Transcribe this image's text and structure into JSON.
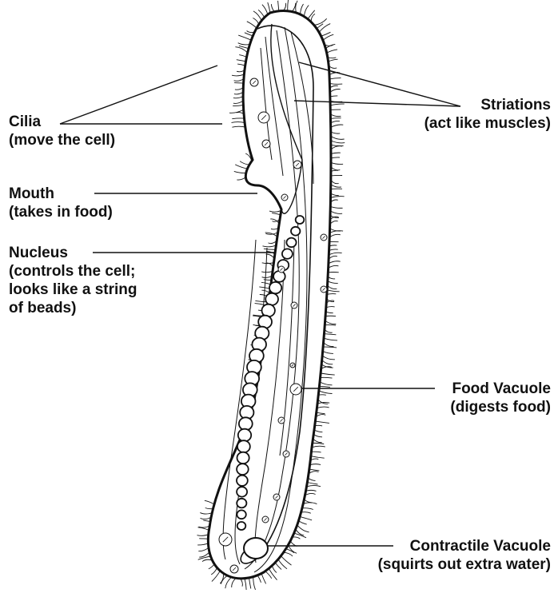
{
  "labels": {
    "cilia": {
      "title": "Cilia",
      "desc": "(move the cell)"
    },
    "mouth": {
      "title": "Mouth",
      "desc": "(takes in food)"
    },
    "nucleus": {
      "title": "Nucleus",
      "desc_1": "(controls the cell;",
      "desc_2": "looks like a string",
      "desc_3": "of beads)"
    },
    "striations": {
      "title": "Striations",
      "desc": "(act like muscles)"
    },
    "food_vacuole": {
      "title": "Food Vacuole",
      "desc": "(digests food)"
    },
    "contractile_vacuole": {
      "title": "Contractile Vacuole",
      "desc": "(squirts out extra water)"
    }
  },
  "colors": {
    "ink": "#111111",
    "background": "#ffffff"
  }
}
